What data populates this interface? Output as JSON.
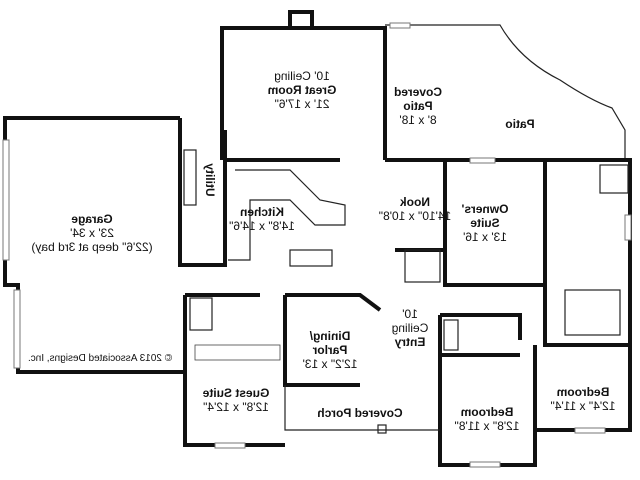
{
  "rooms": {
    "great_room": {
      "line1": "10' Ceiling",
      "name": "Great Room",
      "size": "21' x 17'6\""
    },
    "covered_patio": {
      "name1": "Covered",
      "name2": "Patio",
      "size": "8' x 18'"
    },
    "patio": {
      "name": "Patio"
    },
    "garage": {
      "name": "Garage",
      "size": "23' x 34'",
      "note": "(22'6\" deep at 3rd bay)"
    },
    "utility": {
      "name": "Utility"
    },
    "kitchen": {
      "name": "Kitchen",
      "size": "14'8\" x 14'6\""
    },
    "nook": {
      "name": "Nook",
      "size": "14'10\" x 10'8\""
    },
    "owners_suite": {
      "name1": "Owners'",
      "name2": "Suite",
      "size": "13' x 16'"
    },
    "dining": {
      "name1": "Dining/",
      "name2": "Parlor",
      "size": "12'2\" x 13'"
    },
    "entry": {
      "line1": "10'",
      "line2": "Ceiling",
      "name": "Entry"
    },
    "guest_suite": {
      "name": "Guest Suite",
      "size": "12'8\" x 12'4\""
    },
    "covered_porch": {
      "name": "Covered Porch"
    },
    "bedroom_2": {
      "name": "Bedroom",
      "size": "12'8\" x 11'8\""
    },
    "bedroom_3": {
      "name": "Bedroom",
      "size": "12'4\" x 11'4\""
    }
  },
  "copyright": "© 2013 Associated Designs, Inc."
}
